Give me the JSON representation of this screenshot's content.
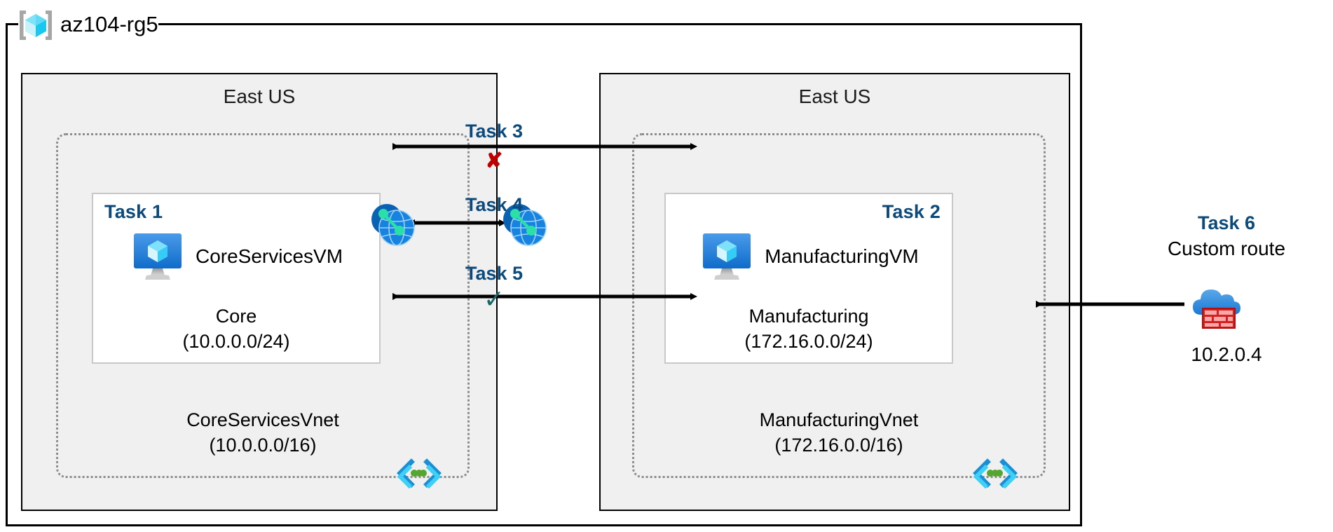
{
  "diagram": {
    "resource_group": {
      "name": "az104-rg5",
      "icon": "resource-group-icon"
    },
    "regions": [
      {
        "id": "left",
        "title": "East US"
      },
      {
        "id": "right",
        "title": "East US"
      }
    ],
    "vnets": [
      {
        "id": "coreservices",
        "name": "CoreServicesVnet",
        "cidr": "(10.0.0.0/16)",
        "icon": "vnet-subnet-icon",
        "subnet": {
          "task_tag": "Task 1",
          "task_align": "left",
          "vm_name": "CoreServicesVM",
          "vm_icon": "virtual-machine-icon",
          "subnet_name": "Core",
          "subnet_cidr": "(10.0.0.0/24)"
        }
      },
      {
        "id": "manufacturing",
        "name": "ManufacturingVnet",
        "cidr": "(172.16.0.0/16)",
        "icon": "vnet-subnet-icon",
        "subnet": {
          "task_tag": "Task 2",
          "task_align": "right",
          "vm_name": "ManufacturingVM",
          "vm_icon": "virtual-machine-icon",
          "subnet_name": "Manufacturing",
          "subnet_cidr": "(172.16.0.0/24)"
        }
      }
    ],
    "connections": [
      {
        "id": "task3",
        "label": "Task 3",
        "mark": "✘",
        "mark_type": "cross",
        "direction": "bidirectional-split"
      },
      {
        "id": "task4",
        "label": "Task 4",
        "mark": "",
        "mark_type": "none",
        "direction": "bidirectional"
      },
      {
        "id": "task5",
        "label": "Task 5",
        "mark": "✓",
        "mark_type": "check",
        "direction": "bidirectional-split"
      }
    ],
    "peering_icons": [
      {
        "id": "peering-left",
        "icon": "vnet-peering-icon"
      },
      {
        "id": "peering-right",
        "icon": "vnet-peering-icon"
      }
    ],
    "custom_route": {
      "task_tag": "Task 6",
      "label": "Custom route",
      "ip_address": "10.2.0.4",
      "icon": "firewall-cloud-icon"
    },
    "colors": {
      "task_blue": "#0b4a7a",
      "region_fill": "#f0f0f0",
      "vnet_border": "#8c8c8c",
      "subnet_border": "#c8c8c8",
      "cross_red": "#c00000",
      "check_teal": "#1a6767",
      "azure_blue": "#0a7bd4",
      "firewall_red": "#d62020"
    }
  }
}
